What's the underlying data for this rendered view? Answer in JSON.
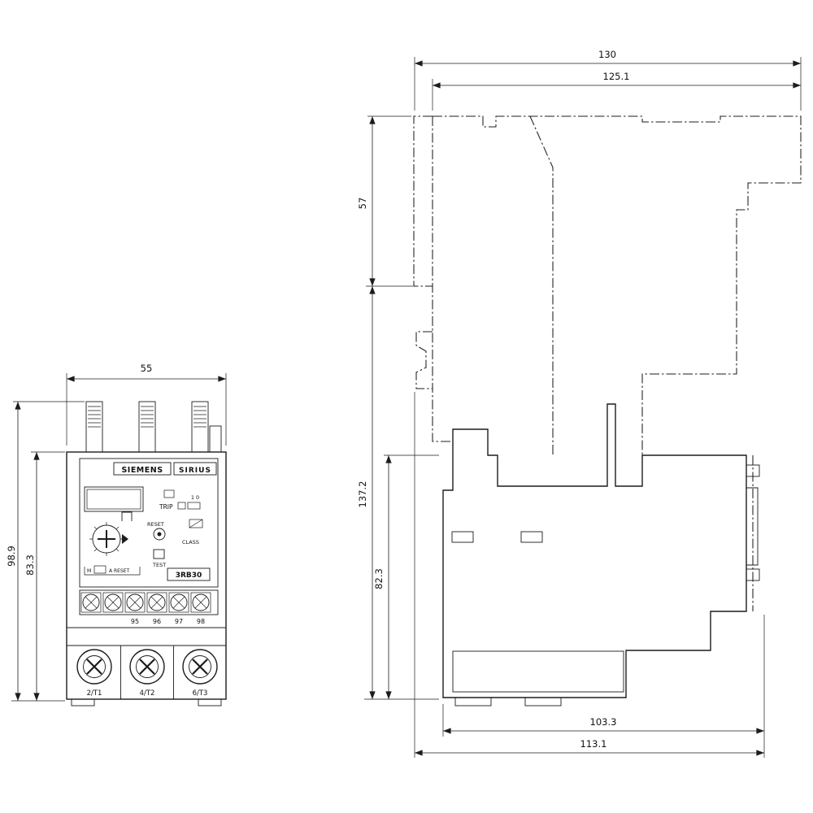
{
  "front_view": {
    "dims": {
      "width": "55",
      "height_overall": "98.9",
      "height_body": "83.3"
    },
    "labels": {
      "brand": "SIEMENS",
      "series": "SIRIUS",
      "trip": "TRIP",
      "trip_states": "1 0",
      "reset": "RESET",
      "class": "CLASS",
      "test": "TEST",
      "manual": "M",
      "auto_reset": "A RESET",
      "model": "3RB30"
    },
    "aux_terminals": [
      "95",
      "96",
      "97",
      "98"
    ],
    "main_terminals": [
      "2/T1",
      "4/T2",
      "6/T3"
    ]
  },
  "side_view": {
    "dims": {
      "width_overall": "130",
      "width_body": "125.1",
      "height_top": "57",
      "height_overall": "137.2",
      "height_relay": "82.3",
      "depth_inner": "103.3",
      "depth_overall": "113.1"
    }
  }
}
